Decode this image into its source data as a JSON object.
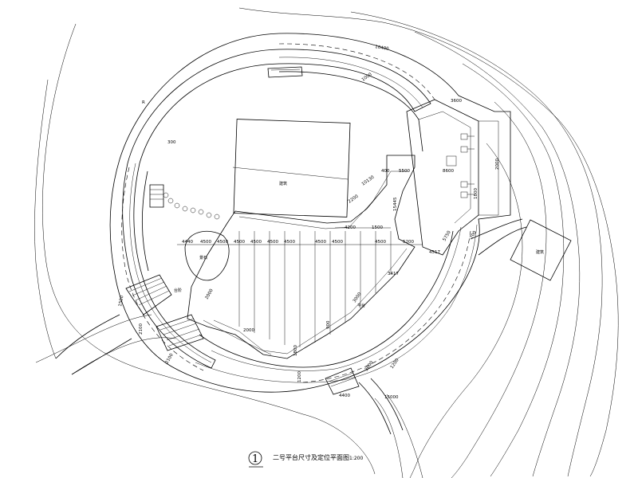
{
  "title": {
    "number": "1",
    "text": "二号平台尺寸及定位平面图",
    "scale": "1:200"
  },
  "labels": {
    "building_main": "建筑",
    "building_ne": "建筑",
    "rock": "景石",
    "steps_label": "台阶",
    "deck_label": "平台"
  },
  "dimensions": {
    "row": [
      "4440",
      "4500",
      "4500",
      "4500",
      "4500",
      "4500",
      "4500",
      "4500",
      "4500",
      "4500",
      "5200"
    ],
    "top": [
      "400",
      "5500",
      "8600"
    ],
    "misc": [
      "3600",
      "1800",
      "2000",
      "4200",
      "1500",
      "15445",
      "10130",
      "2200",
      "4000",
      "5750",
      "4500",
      "1200",
      "1500",
      "700",
      "1200",
      "3200",
      "4517",
      "3417",
      "3000",
      "2000",
      "1800",
      "900",
      "1200",
      "2100",
      "1500",
      "4400",
      "15000",
      "10400",
      "1000",
      "300",
      "2000",
      "2100",
      "R",
      "3600",
      "1200"
    ]
  }
}
